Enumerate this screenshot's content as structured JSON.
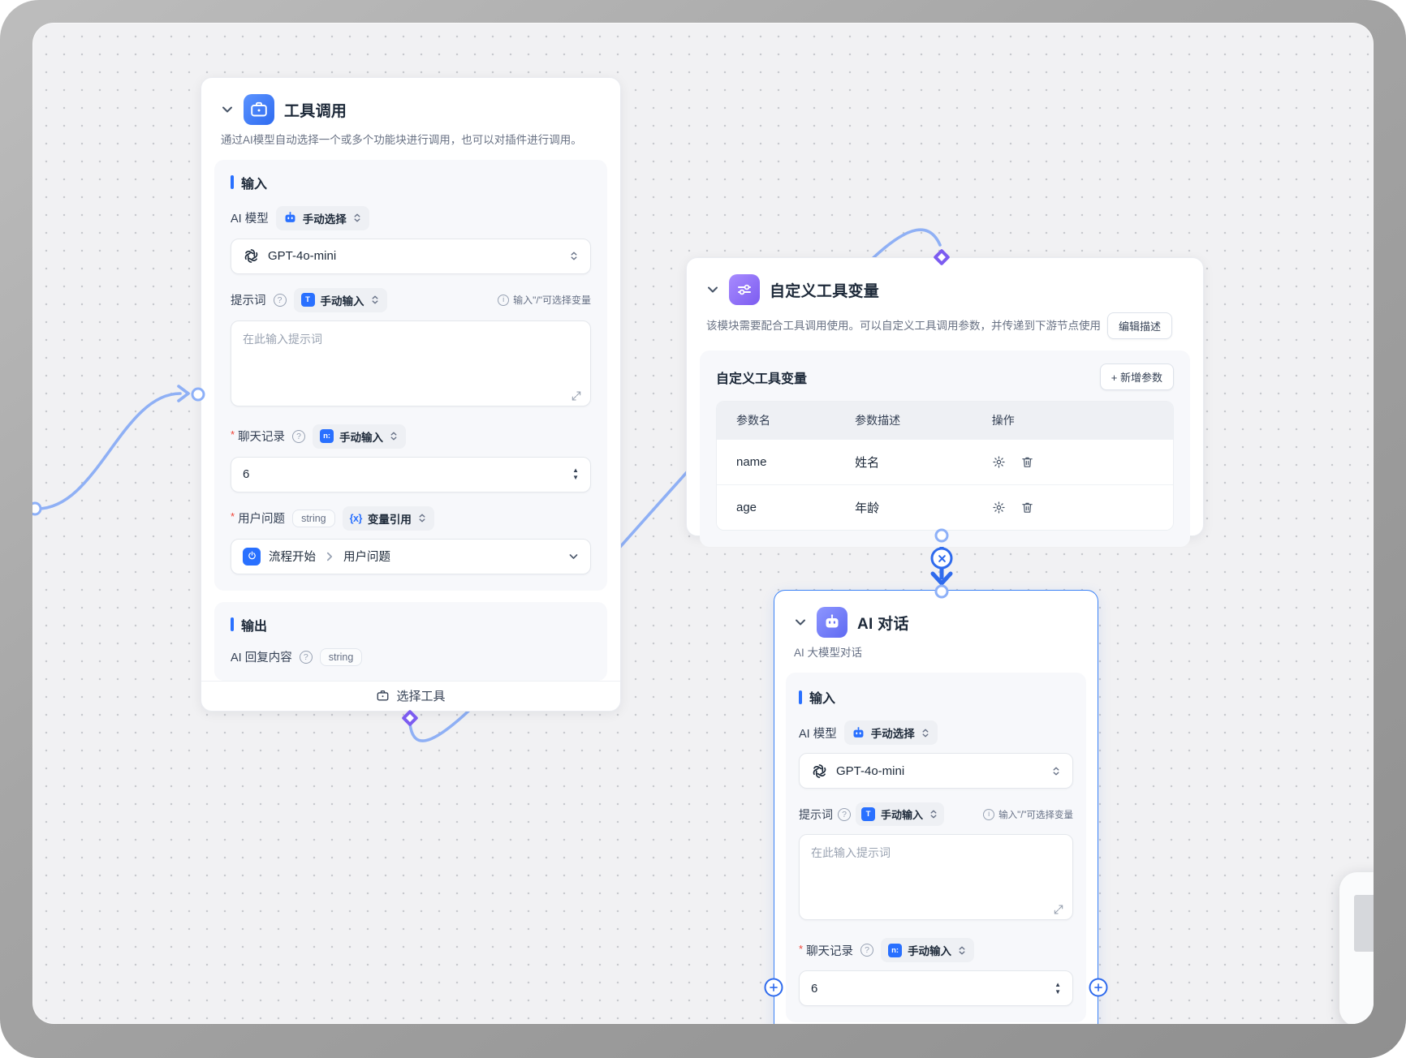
{
  "colors": {
    "accent_blue": "#2970ff",
    "edge_blue": "#2f6bed",
    "edge_light": "#8fb0f5",
    "node_purple": "#7c5cf0",
    "selected_border": "#3b82f6",
    "canvas_bg": "#f1f1f3"
  },
  "icons": {
    "text_input_glyph": "T",
    "number_input_glyph": "n:",
    "var_ref_glyph": "{x}",
    "help_glyph": "?",
    "info_glyph": "i"
  },
  "node1": {
    "title": "工具调用",
    "description": "通过AI模型自动选择一个或多个功能块进行调用，也可以对插件进行调用。",
    "input_section": "输入",
    "output_section": "输出",
    "fields": {
      "model_label": "AI 模型",
      "model_mode": "手动选择",
      "model_value": "GPT-4o-mini",
      "prompt_label": "提示词",
      "prompt_mode": "手动输入",
      "prompt_hint": "输入\"/\"可选择变量",
      "prompt_placeholder": "在此输入提示词",
      "history_label": "聊天记录",
      "history_mode": "手动输入",
      "history_value": "6",
      "question_label": "用户问题",
      "question_type": "string",
      "question_mode": "变量引用",
      "ref_source": "流程开始",
      "ref_field": "用户问题"
    },
    "output": {
      "label": "AI 回复内容",
      "type": "string"
    },
    "footer_button": "选择工具"
  },
  "node2": {
    "title": "自定义工具变量",
    "description": "该模块需要配合工具调用使用。可以自定义工具调用参数，并传递到下游节点使用",
    "edit_desc_button": "编辑描述",
    "panel_title": "自定义工具变量",
    "add_param_button": "+ 新增参数",
    "table": {
      "headers": [
        "参数名",
        "参数描述",
        "操作"
      ],
      "rows": [
        {
          "name": "name",
          "desc": "姓名"
        },
        {
          "name": "age",
          "desc": "年龄"
        }
      ]
    }
  },
  "node3": {
    "title": "AI 对话",
    "subtitle": "AI 大模型对话",
    "input_section": "输入",
    "fields": {
      "model_label": "AI 模型",
      "model_mode": "手动选择",
      "model_value": "GPT-4o-mini",
      "prompt_label": "提示词",
      "prompt_mode": "手动输入",
      "prompt_hint": "输入\"/\"可选择变量",
      "prompt_placeholder": "在此输入提示词",
      "history_label": "聊天记录",
      "history_mode": "手动输入",
      "history_value": "6"
    }
  }
}
